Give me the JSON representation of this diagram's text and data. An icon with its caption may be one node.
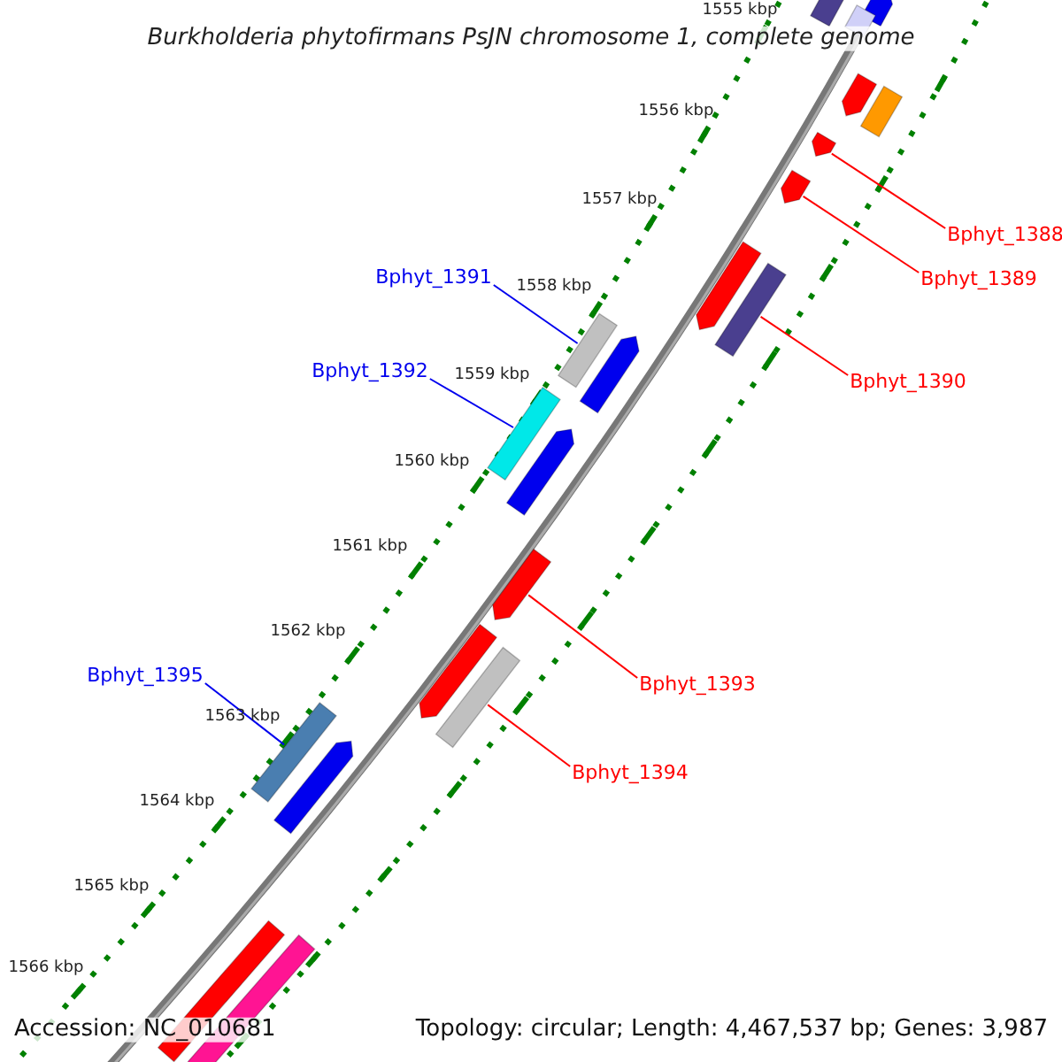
{
  "diagram": {
    "title": "Burkholderia phytofirmans PsJN chromosome 1, complete genome",
    "nodes": [
      {
        "text": [
          "Bphyt_1388"
        ]
      },
      {
        "text": [
          "Bphyt_1389"
        ]
      },
      {
        "text": [
          "Bphyt_1390"
        ]
      },
      {
        "text": [
          "Bphyt_1391"
        ]
      },
      {
        "text": [
          "Bphyt_1392"
        ]
      },
      {
        "text": [
          "Bphyt_1393"
        ]
      },
      {
        "text": [
          "Bphyt_1394"
        ]
      },
      {
        "text": [
          "Bphyt_1395"
        ]
      },
      {
        "text": [],
        "shape": "bar"
      },
      {
        "text": [],
        "shape": "bar"
      },
      {
        "text": [],
        "shape": "bar"
      },
      {
        "text": [],
        "shape": "bar"
      },
      {
        "text": [],
        "shape": "bar"
      },
      {
        "text": [],
        "shape": "bar"
      },
      {
        "text": [],
        "shape": "bar"
      },
      {
        "text": [],
        "shape": "bar"
      },
      {
        "text": [],
        "shape": "bar"
      },
      {
        "text": [],
        "shape": "bar"
      },
      {
        "text": [],
        "shape": "bar"
      },
      {
        "text": [],
        "shape": "bar"
      },
      {
        "text": [],
        "shape": "bar"
      },
      {
        "text": [],
        "shape": "bar"
      },
      {
        "text": [],
        "shape": "bar"
      },
      {
        "text": [],
        "shape": "bar"
      },
      {
        "text": [],
        "shape": "bar"
      },
      {
        "text": [],
        "shape": "bar"
      },
      {
        "text": [],
        "shape": "bar"
      },
      {
        "text": [],
        "shape": "bar"
      }
    ],
    "edges": [
      {
        "from": 0,
        "to": 8,
        "arrow": "none"
      },
      {
        "from": 1,
        "to": 9,
        "arrow": "none"
      },
      {
        "from": 2,
        "to": 10,
        "arrow": "none"
      },
      {
        "from": 3,
        "to": 11,
        "arrow": "none",
        "color": "#0000ee"
      },
      {
        "from": 4,
        "to": 12,
        "arrow": "none",
        "color": "#0000ee"
      },
      {
        "from": 5,
        "to": 13,
        "arrow": "none"
      },
      {
        "from": 6,
        "to": 14,
        "arrow": "none"
      },
      {
        "from": 7,
        "to": 15,
        "arrow": "none",
        "color": "#0000ee"
      }
    ],
    "labels": [
      "1555 kbp",
      "1556 kbp",
      "1557 kbp",
      "1558 kbp",
      "1559 kbp",
      "1560 kbp",
      "1561 kbp",
      "1562 kbp",
      "1563 kbp",
      "1564 kbp",
      "1565 kbp",
      "1566 kbp",
      "Accession: NC_010681",
      "Topology: circular; Length: 4,467,537 bp; Genes: 3,987"
    ]
  }
}
